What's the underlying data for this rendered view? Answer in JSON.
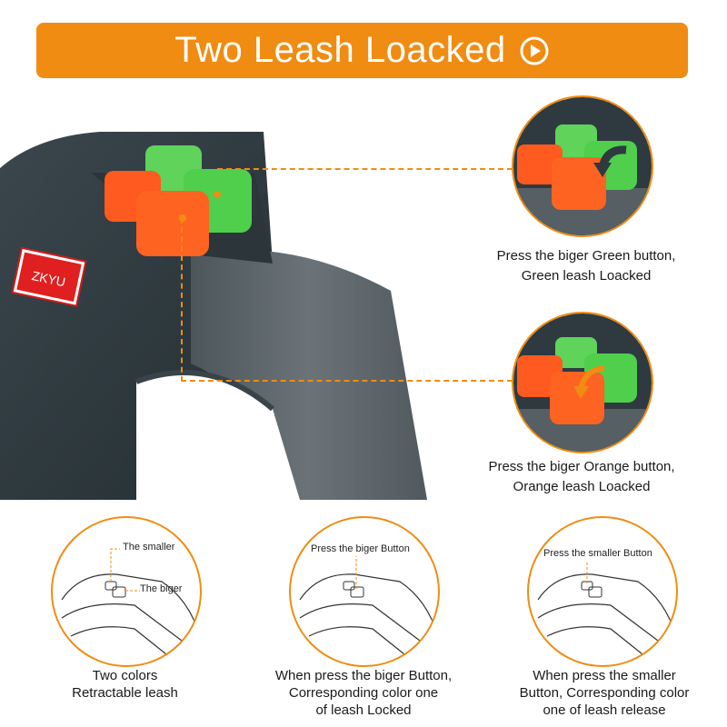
{
  "banner": {
    "title": "Two Leash Loacked",
    "color": "#f08c12",
    "icon": "play-circle-icon"
  },
  "product": {
    "brand_badge": "ZKYU",
    "button_colors": {
      "green": "#5fd35a",
      "orange": "#ff5a1f"
    },
    "body_color": "#2e3a40"
  },
  "zoom_panels": [
    {
      "caption_line1": "Press the biger Green button,",
      "caption_line2": "Green leash Loacked",
      "arrow_color": "#5fd35a"
    },
    {
      "caption_line1": "Press the biger Orange button,",
      "caption_line2": "Orange leash Loacked",
      "arrow_color": "#ff5a1f"
    }
  ],
  "diagrams": [
    {
      "labels": [
        "The smaller",
        "The biger"
      ],
      "caption_lines": [
        "Two colors",
        "Retractable leash"
      ]
    },
    {
      "labels": [
        "Press the biger Button"
      ],
      "caption_lines": [
        "When press the biger Button,",
        "Corresponding color one",
        "of leash Locked"
      ]
    },
    {
      "labels": [
        "Press the smaller Button"
      ],
      "caption_lines": [
        "When press the smaller",
        "Button, Corresponding color",
        "one of leash release"
      ]
    }
  ]
}
